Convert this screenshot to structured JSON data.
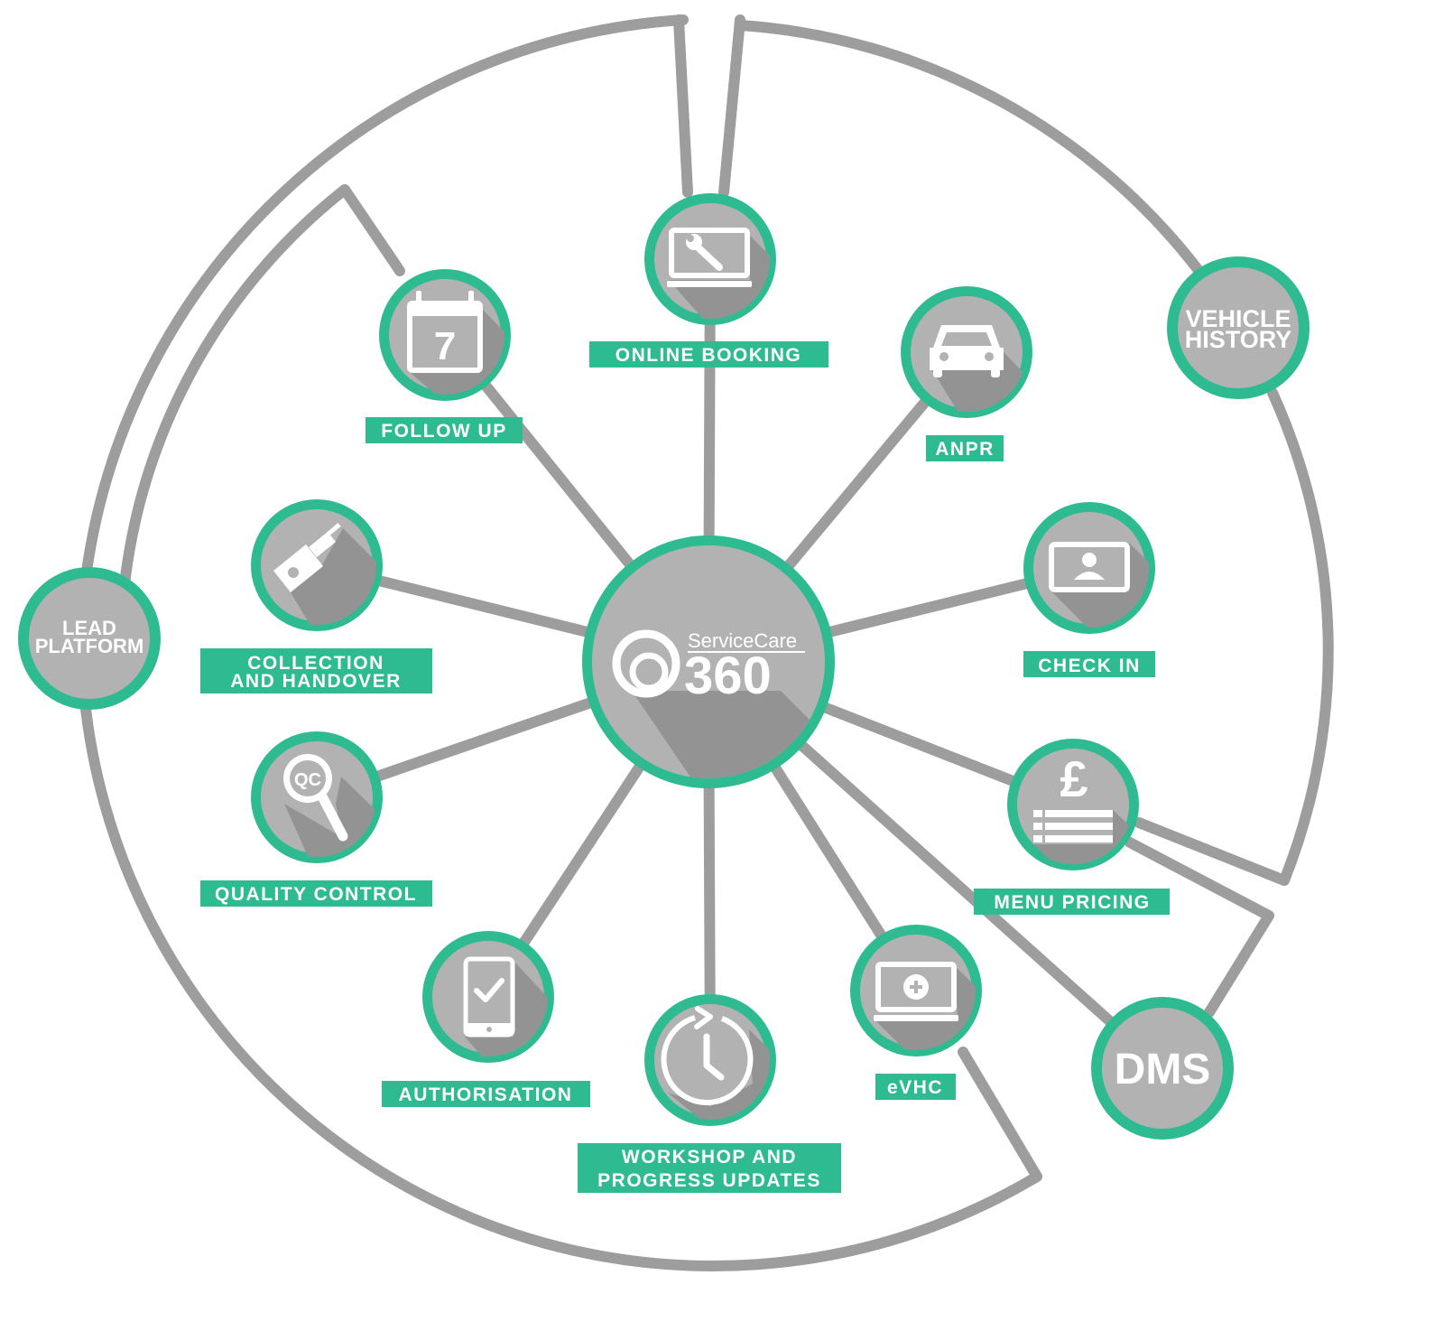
{
  "colors": {
    "line": "#9d9d9d",
    "ring": "#2fbb92",
    "node_fill": "#b3b2b2",
    "shadow": "#929292",
    "label_bg": "#2fbb92",
    "label_text": "#ffffff",
    "icon": "#ffffff",
    "background": "#ffffff"
  },
  "hub": {
    "brand": "ServiceCare",
    "number": "360",
    "icon": "servicecare-logo-icon"
  },
  "nodes": [
    {
      "id": "online-booking",
      "label_lines": [
        "ONLINE BOOKING"
      ],
      "icon": "laptop-wrench-icon"
    },
    {
      "id": "anpr",
      "label_lines": [
        "ANPR"
      ],
      "icon": "car-icon"
    },
    {
      "id": "check-in",
      "label_lines": [
        "CHECK IN"
      ],
      "icon": "id-card-icon"
    },
    {
      "id": "menu-pricing",
      "label_lines": [
        "MENU PRICING"
      ],
      "icon": "pound-list-icon"
    },
    {
      "id": "evhc",
      "label_lines": [
        "eVHC"
      ],
      "icon": "laptop-plus-icon"
    },
    {
      "id": "workshop",
      "label_lines": [
        "WORKSHOP AND",
        "PROGRESS UPDATES"
      ],
      "icon": "clock-icon"
    },
    {
      "id": "authorisation",
      "label_lines": [
        "AUTHORISATION"
      ],
      "icon": "tablet-check-icon"
    },
    {
      "id": "quality-control",
      "label_lines": [
        "QUALITY CONTROL"
      ],
      "icon": "magnifier-qc-icon"
    },
    {
      "id": "collection",
      "label_lines": [
        "COLLECTION",
        "AND HANDOVER"
      ],
      "icon": "car-key-icon"
    },
    {
      "id": "follow-up",
      "label_lines": [
        "FOLLOW UP"
      ],
      "icon": "calendar-7-icon",
      "icon_text": "7"
    }
  ],
  "outer_nodes": [
    {
      "id": "vehicle-history",
      "text_lines": [
        "VEHICLE",
        "HISTORY"
      ]
    },
    {
      "id": "lead-platform",
      "text_lines": [
        "LEAD",
        "PLATFORM"
      ]
    },
    {
      "id": "dms",
      "text_lines": [
        "DMS"
      ]
    }
  ]
}
